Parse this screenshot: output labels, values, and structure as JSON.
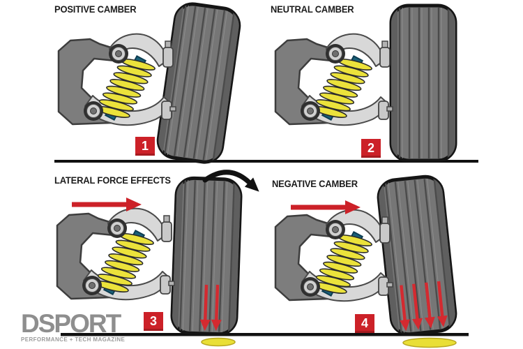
{
  "panels": [
    {
      "title": "POSITIVE CAMBER",
      "badge": "1"
    },
    {
      "title": "NEUTRAL CAMBER",
      "badge": "2"
    },
    {
      "title": "LATERAL FORCE EFFECTS",
      "badge": "3"
    },
    {
      "title": "NEGATIVE CAMBER",
      "badge": "4"
    }
  ],
  "logo": {
    "name": "DSPORT",
    "tagline": "PERFORMANCE + TECH MAGAZINE"
  },
  "colors": {
    "accent_red": "#cc2128",
    "spring_yellow": "#ebe23b",
    "shock_teal": "#1a6078",
    "contact_patch_yellow": "#e9df36",
    "tire_gray": "#767676",
    "frame_gray": "#7d7d7d",
    "arm_gray": "#d8d8d8",
    "ink_black": "#1a1a1a",
    "logo_gray": "#8e8e8e"
  }
}
